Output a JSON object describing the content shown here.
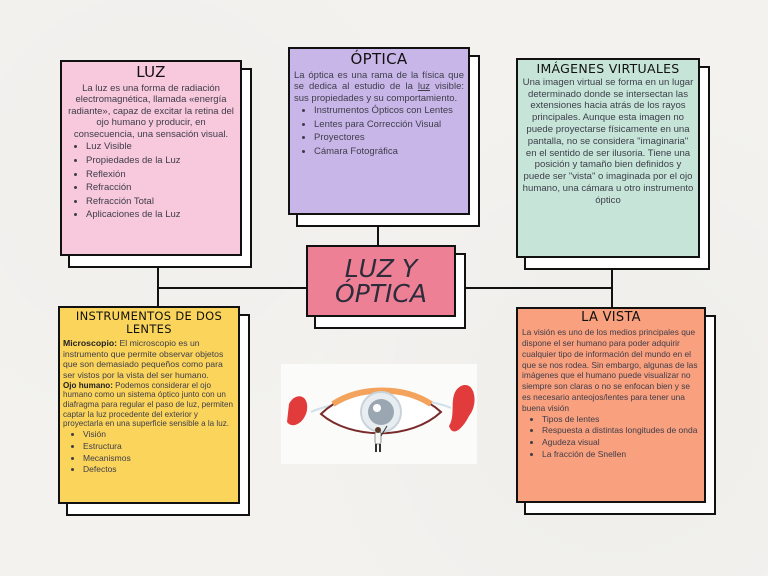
{
  "center": {
    "line1": "LUZ Y",
    "line2": "ÓPTICA"
  },
  "luz": {
    "title": "LUZ",
    "text": "La luz es una forma de radiación electromagnética, llamada «energía radiante», capaz de excitar la retina del ojo humano y producir, en consecuencia, una sensación visual.",
    "items": [
      "Luz Visible",
      "Propiedades de la Luz",
      "Reflexión",
      "Refracción",
      "Refracción Total",
      "Aplicaciones de la Luz"
    ],
    "color": "#f8c8dc"
  },
  "optica": {
    "title": "ÓPTICA",
    "text_before": "La óptica es una rama de la física que se dedica al estudio de la ",
    "text_link": "luz",
    "text_after": " visible: sus propiedades y su comportamiento.",
    "items": [
      "Instrumentos Ópticos con Lentes",
      "Lentes para Corrección Visual",
      "Proyectores",
      "Cámara Fotográfica"
    ],
    "color": "#c9b6e8"
  },
  "imagenes": {
    "title": "IMÁGENES VIRTUALES",
    "text": "Una imagen virtual se forma en un lugar determinado donde se intersectan las extensiones hacia atrás de los rayos principales. Aunque esta imagen no puede proyectarse físicamente en una pantalla, no se considera \"imaginaria\" en el sentido de ser ilusoria. Tiene una posición y tamaño bien definidos y puede ser \"vista\" o imaginada por el ojo humano, una cámara u otro instrumento óptico",
    "color": "#c6e5d8"
  },
  "instrumentos": {
    "title": "INSTRUMENTOS DE DOS LENTES",
    "p1_bold": "Microscopio:",
    "p1_text": " El microscopio es un instrumento que permite observar objetos que son demasiado pequeños como para ser vistos por la vista del ser humano.",
    "p2_bold": "Ojo humano:",
    "p2_text": " Podemos considerar el ojo humano como un sistema óptico  junto con un diafragma para regular el paso de luz, permiten captar la luz procedente del exterior y proyectarla en una superficie sensible a la luz.",
    "items": [
      "Visión",
      "Estructura",
      "Mecanismos",
      "Defectos"
    ],
    "color": "#fbd45c"
  },
  "vista": {
    "title": "LA VISTA",
    "text": "La visión es uno de los medios principales que dispone el ser humano para poder adquirir cualquier tipo de información del mundo en el que se nos rodea. Sin embargo, algunas de las imágenes que el humano puede visualizar no siempre son claras o no se enfocan bien y se es necesario anteojos/lentes para tener una buena visión",
    "items": [
      "Tipos de lentes",
      "Respuesta a distintas longitudes de onda",
      "Agudeza visual",
      "La fracción de Snellen"
    ],
    "color": "#f9a07e"
  }
}
